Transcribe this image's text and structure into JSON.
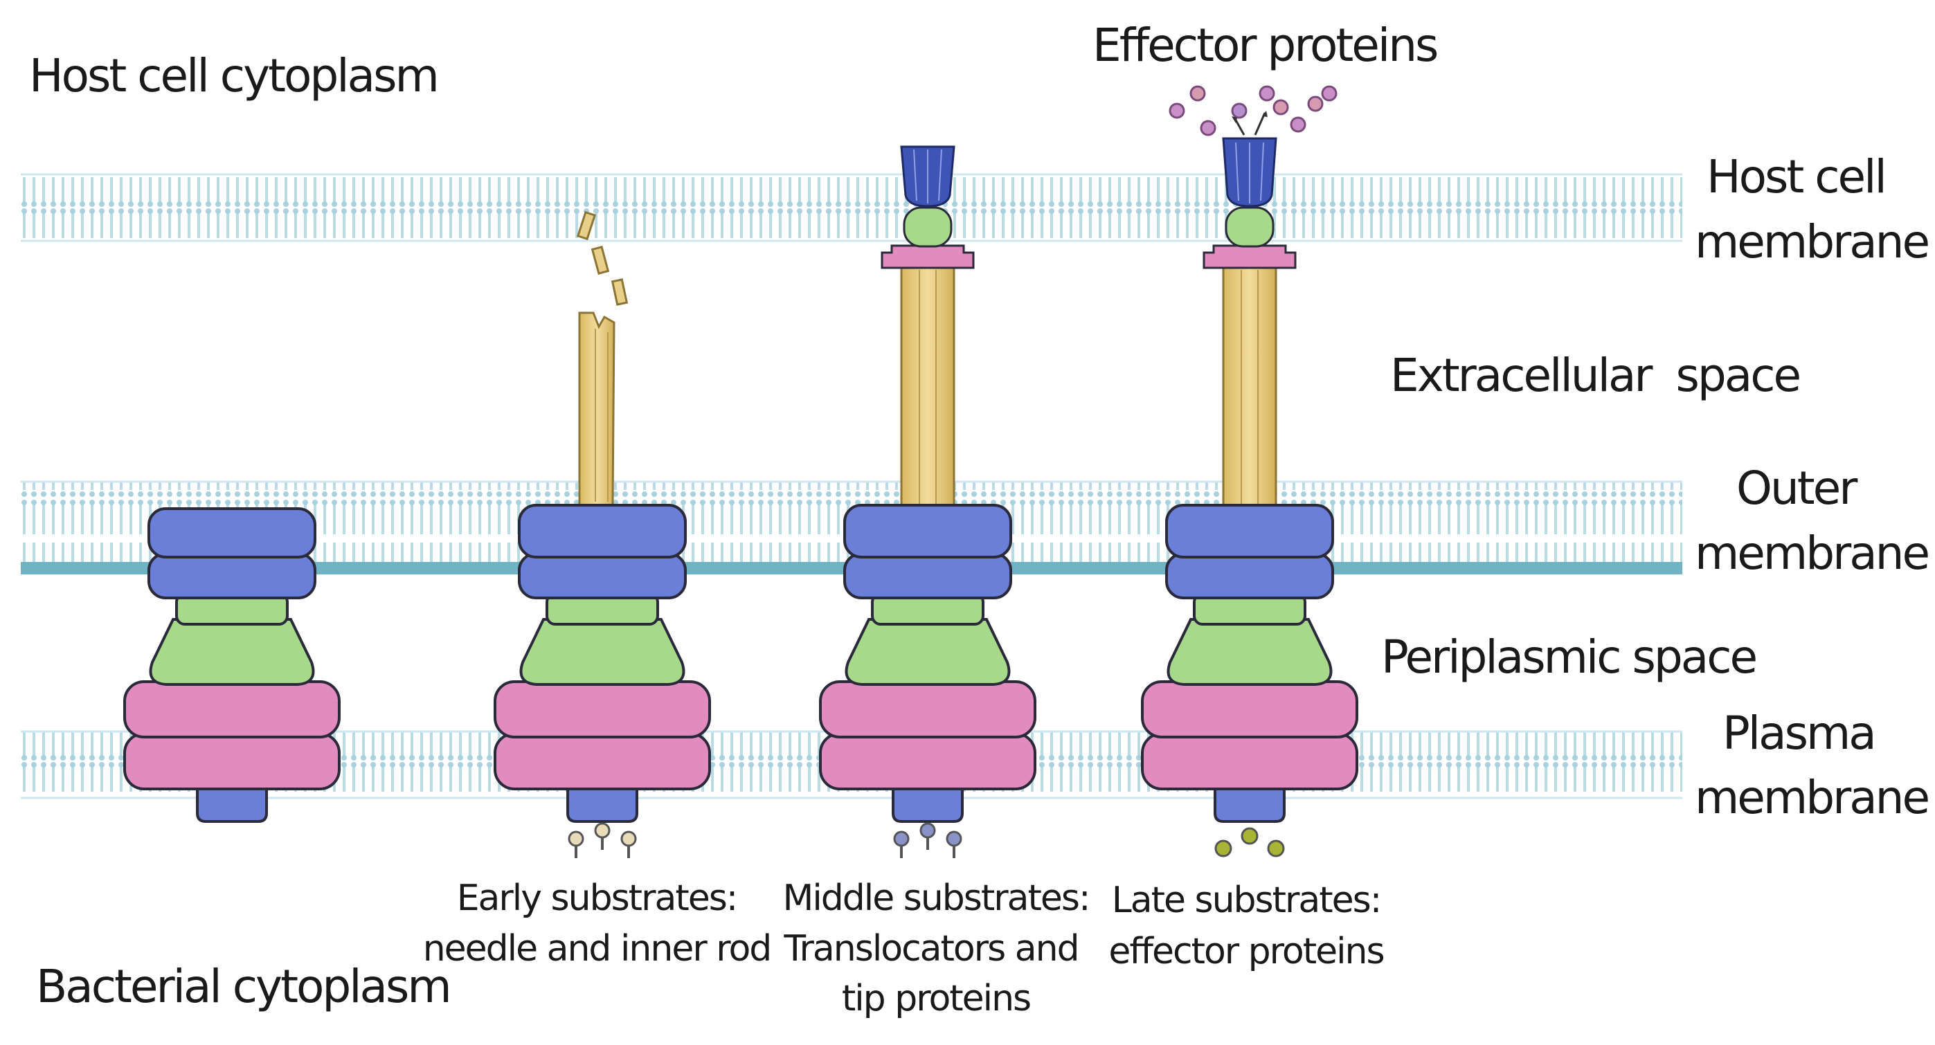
{
  "labels": {
    "host_cell_cytoplasm": "Host cell cytoplasm",
    "effector_proteins": "Effector proteins",
    "host_cell_membrane_1": "Host cell",
    "host_cell_membrane_2": "membrane",
    "extracellular_space": "Extracellular  space",
    "outer_membrane_1": "Outer",
    "outer_membrane_2": "membrane",
    "periplasmic_space": "Periplasmic space",
    "plasma_membrane_1": "Plasma",
    "plasma_membrane_2": "membrane",
    "bacterial_cytoplasm": "Bacterial cytoplasm"
  },
  "stages": [
    {
      "caption": []
    },
    {
      "caption": [
        "Early substrates:",
        "needle and inner rod"
      ]
    },
    {
      "caption": [
        "Middle substrates:",
        "Translocators and",
        "tip proteins"
      ]
    },
    {
      "caption": [
        "Late substrates:",
        "effector proteins"
      ]
    }
  ],
  "colors": {
    "membrane": "#bfe0ea",
    "membrane_line": "#6fb3c4",
    "blue_ring": "#6a7fd8",
    "green_ring": "#a6d98a",
    "pink_ring": "#e28bbf",
    "needle": "#e8cf8a",
    "tip": "#3e55b5",
    "effector": "#c98fc8"
  }
}
